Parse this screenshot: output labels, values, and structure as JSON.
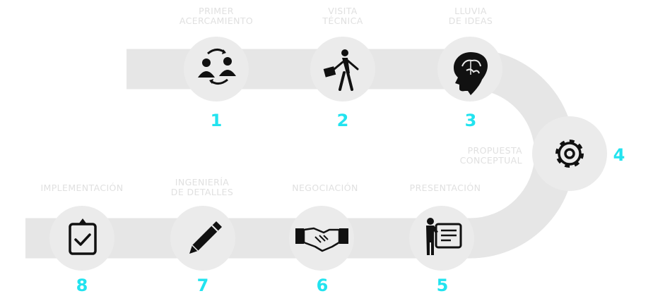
{
  "title": "",
  "colors": {
    "track": "#e6e6e6",
    "node": "#ebebeb",
    "icon": "#111111",
    "label": "#e0e0e0",
    "number": "#22e3ef"
  },
  "steps": [
    {
      "number": "1",
      "label_lines": [
        "PRIMER",
        "ACERCAMIENTO"
      ],
      "icon": "people-exchange-icon"
    },
    {
      "number": "2",
      "label_lines": [
        "VISITA",
        "TÉCNICA"
      ],
      "icon": "walking-businessman-icon"
    },
    {
      "number": "3",
      "label_lines": [
        "LLUVIA",
        "DE IDEAS"
      ],
      "icon": "head-brain-icon"
    },
    {
      "number": "4",
      "label_lines": [
        "PROPUESTA",
        "CONCEPTUAL"
      ],
      "icon": "gear-icon"
    },
    {
      "number": "5",
      "label_lines": [
        "PRESENTACIÓN"
      ],
      "icon": "presenter-board-icon"
    },
    {
      "number": "6",
      "label_lines": [
        "NEGOCIACIÓN"
      ],
      "icon": "handshake-icon"
    },
    {
      "number": "7",
      "label_lines": [
        "INGENIERÍA",
        "DE DETALLES"
      ],
      "icon": "pencil-icon"
    },
    {
      "number": "8",
      "label_lines": [
        "IMPLEMENTACIÓN"
      ],
      "icon": "clipboard-check-icon"
    }
  ]
}
